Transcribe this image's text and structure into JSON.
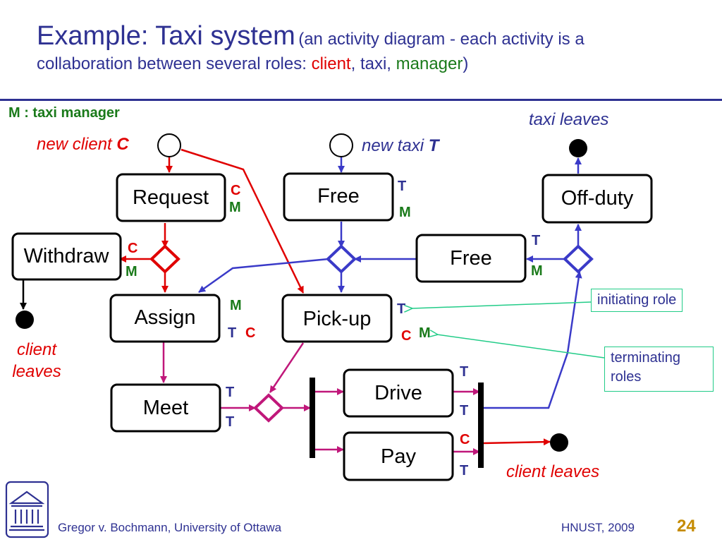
{
  "title": {
    "main": "Example: Taxi system",
    "sub_prefix": "(an activity diagram -  each activity is a",
    "sub_line2": "collaboration between several roles: ",
    "client": "client",
    "comma1": ", ",
    "taxi": "taxi",
    "comma2": ", ",
    "manager": "manager",
    "close": ")"
  },
  "legend": "M : taxi manager",
  "activities": {
    "request": "Request",
    "withdraw": "Withdraw",
    "assign": "Assign",
    "meet": "Meet",
    "free1": "Free",
    "pickup": "Pick-up",
    "free2": "Free",
    "offduty": "Off-duty",
    "drive": "Drive",
    "pay": "Pay"
  },
  "labels": {
    "new_client": "new client ",
    "new_client_var": "C",
    "new_taxi": "new taxi ",
    "new_taxi_var": "T",
    "taxi_leaves": "taxi leaves",
    "client_leaves_left_1": "client",
    "client_leaves_left_2": "leaves",
    "client_leaves_right": "client leaves"
  },
  "roles": {
    "request_c": "C",
    "request_m": "M",
    "withdraw_c": "C",
    "withdraw_m": "M",
    "free1_t": "T",
    "free1_m": "M",
    "free2_t": "T",
    "free2_m": "M",
    "assign_m": "M",
    "assign_t": "T",
    "assign_c": "C",
    "pickup_t": "T",
    "pickup_c": "C",
    "pickup_m": "M",
    "meet_t1": "T",
    "meet_t2": "T",
    "drive_t1": "T",
    "drive_t2": "T",
    "pay_c": "C",
    "pay_t": "T"
  },
  "notes": {
    "initiating": "initiating role",
    "terminating_1": "terminating",
    "terminating_2": "roles"
  },
  "footer": {
    "author": "Gregor v. Bochmann, University of Ottawa",
    "venue": "HNUST, 2009",
    "page": "24"
  },
  "colors": {
    "client": "#e00000",
    "taxi": "#2e3192",
    "manager": "#1a7a1a",
    "flow_purple": "#c0177a",
    "note_border": "#22cc88",
    "page_number": "#c58b00"
  },
  "icons": [
    "university-building-logo"
  ]
}
